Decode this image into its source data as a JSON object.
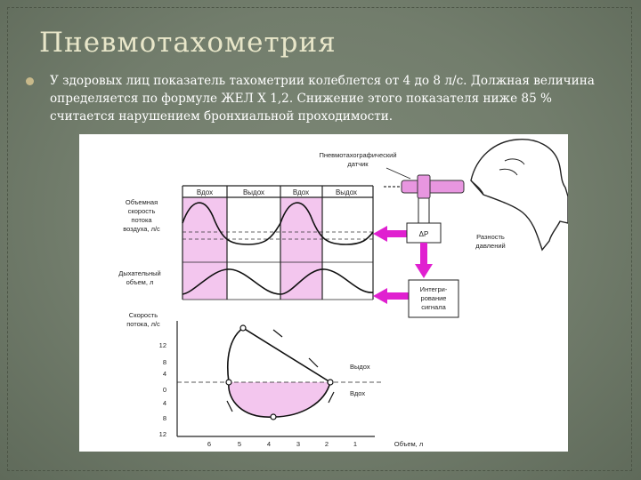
{
  "slide": {
    "title": "Пневмотахометрия",
    "bullet": "У здоровых лиц показатель тахометрии колеблется от 4 до 8 л/с. Должная величина определяется по формуле ЖЕЛ Х 1,2. Снижение этого показателя ниже 85 % считается нарушением бронхиальной проходимости."
  },
  "figure": {
    "sensor_label_1": "Пневмотахографический",
    "sensor_label_2": "датчик",
    "phase_labels": [
      "Вдох",
      "Выдох",
      "Вдох",
      "Выдох"
    ],
    "volume_speed_label": [
      "Объемная",
      "скорость",
      "потока",
      "воздуха, л/с"
    ],
    "tidal_volume_label": [
      "Дыхательный",
      "объем, л"
    ],
    "dp_label": "ΔP",
    "pressure_diff_label": [
      "Разность",
      "давлений"
    ],
    "integration_label": [
      "Интегри-",
      "рование",
      "сигнала"
    ],
    "flow_axis_label": [
      "Скорость",
      "потока, л/с"
    ],
    "flow_ticks": [
      "12",
      "8",
      "4",
      "0",
      "4",
      "8",
      "12"
    ],
    "volume_ticks": [
      "6",
      "5",
      "4",
      "3",
      "2",
      "1"
    ],
    "volume_axis_label": "Объем, л",
    "exhale_label": "Выдох",
    "inhale_label": "Вдох",
    "colors": {
      "highlight": "#f3c6ee",
      "arrow": "#e020d0"
    }
  }
}
